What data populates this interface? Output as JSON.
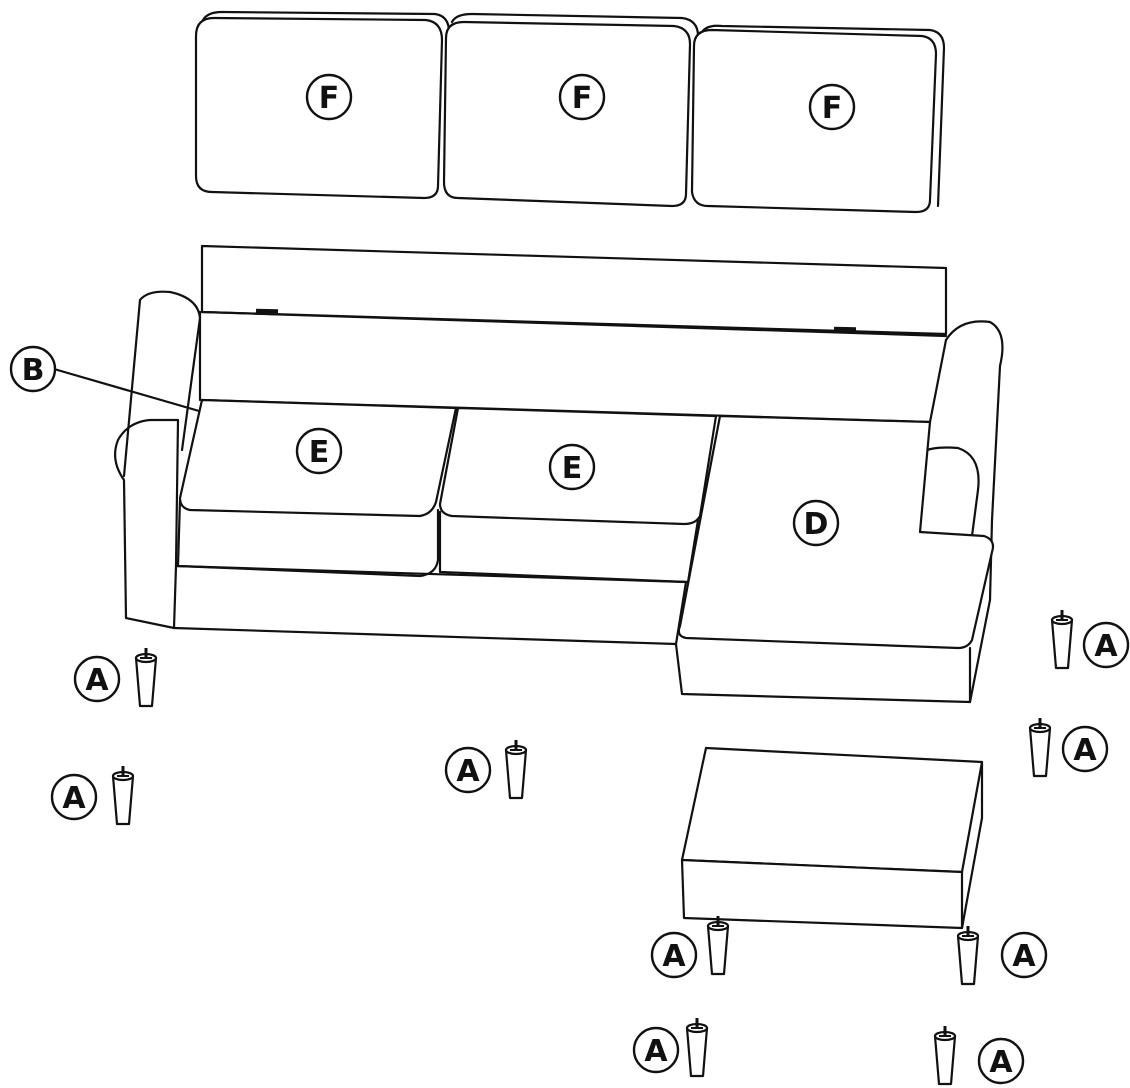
{
  "labels": {
    "back_cushion": "F",
    "seat_cushion": "E",
    "chaise_cushion": "D",
    "sofa_body": "B",
    "leg": "A"
  },
  "colors": {
    "line": "#111111",
    "background": "#ffffff"
  }
}
